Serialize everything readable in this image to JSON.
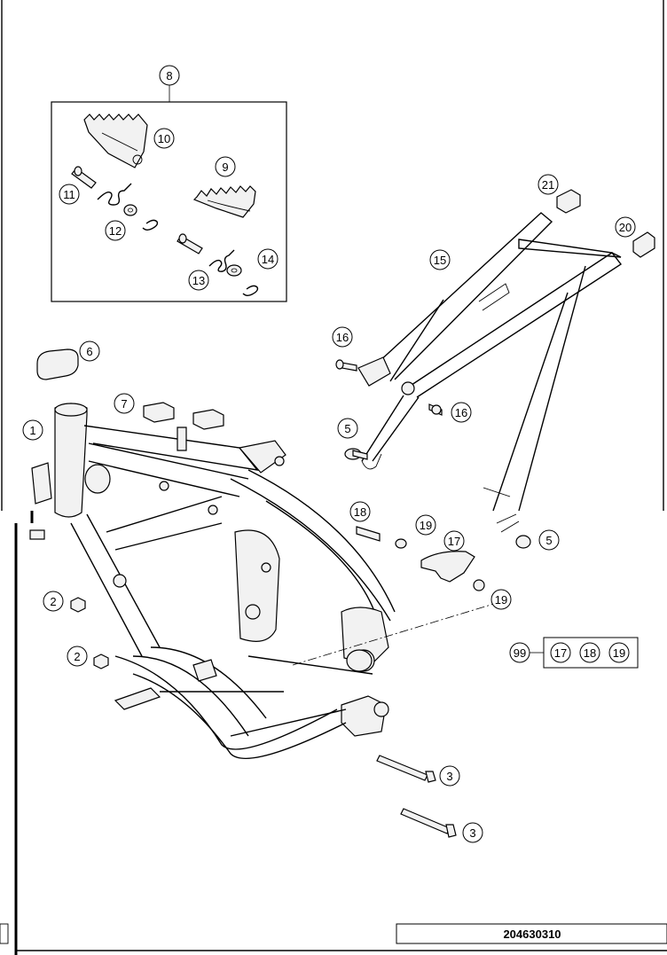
{
  "diagram_id": "204630310",
  "callouts": {
    "c1": "1",
    "c2a": "2",
    "c2b": "2",
    "c3a": "3",
    "c3b": "3",
    "c5a": "5",
    "c5b": "5",
    "c6": "6",
    "c7": "7",
    "c8": "8",
    "c9": "9",
    "c10": "10",
    "c11": "11",
    "c12": "12",
    "c13": "13",
    "c14": "14",
    "c15": "15",
    "c16a": "16",
    "c16b": "16",
    "c17": "17",
    "c18": "18",
    "c19a": "19",
    "c19b": "19",
    "c20": "20",
    "c21": "21"
  },
  "kit": {
    "number": "99",
    "items": [
      "17",
      "18",
      "19"
    ]
  }
}
